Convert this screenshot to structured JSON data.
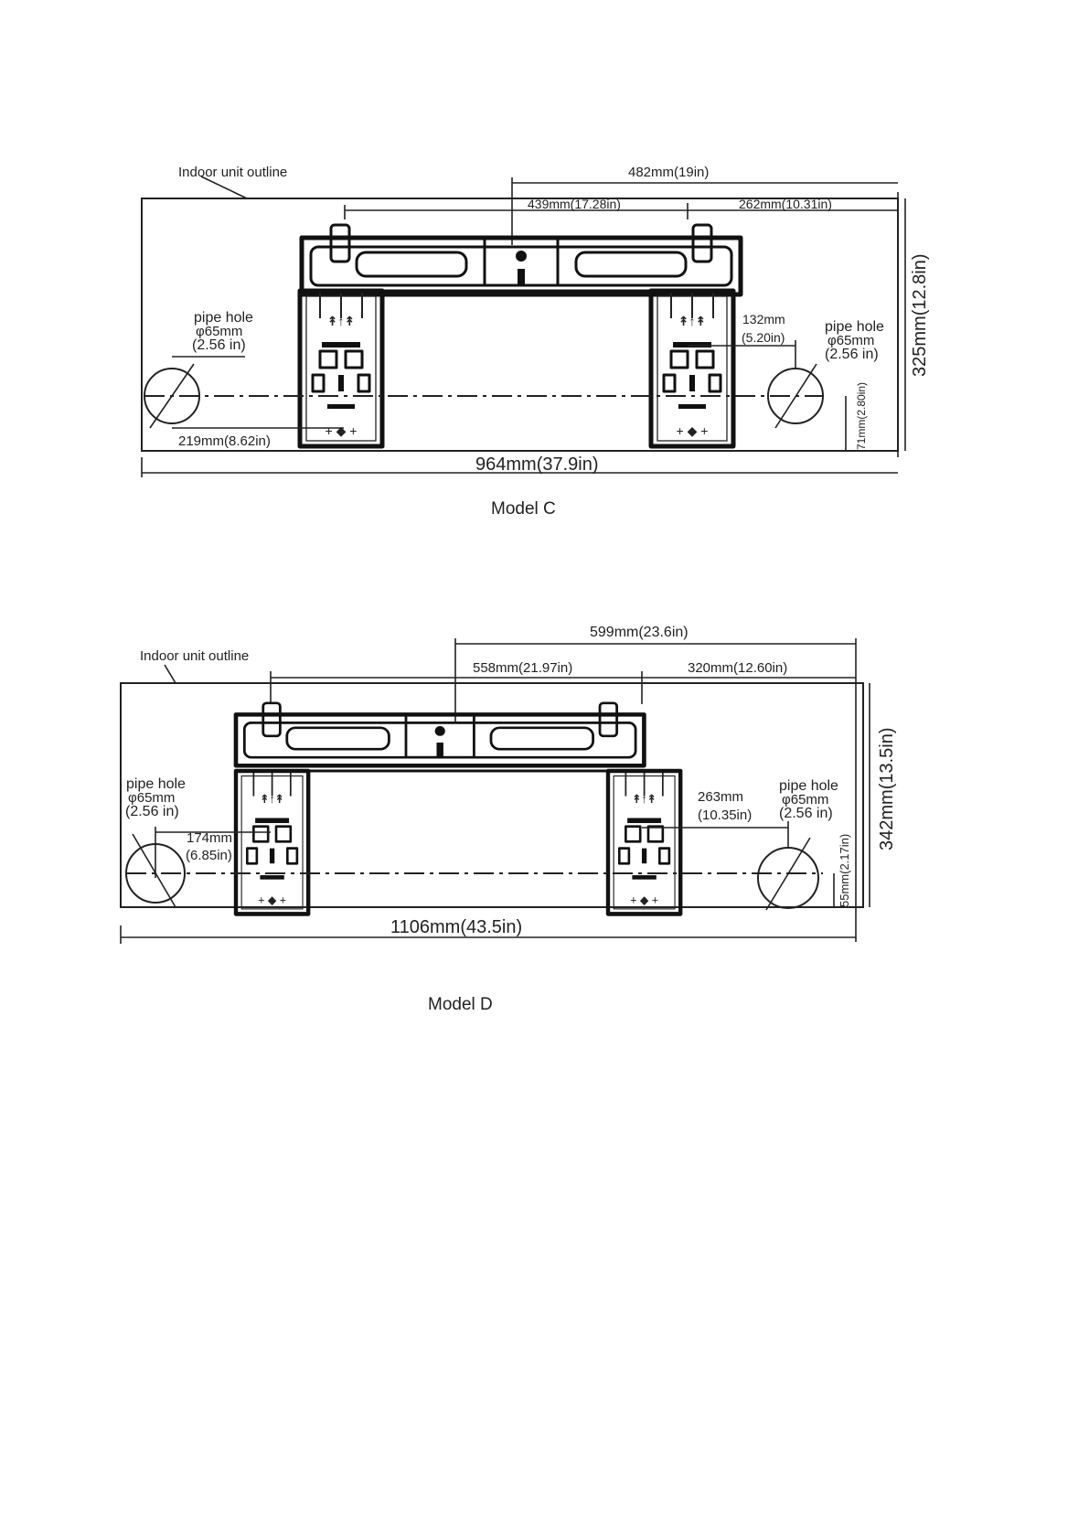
{
  "diagrams": [
    {
      "outline_label": "Indoor unit outline",
      "dim_top_overall": "482mm(19in)",
      "dim_top_left": "439mm(17.28in)",
      "dim_top_right": "262mm(10.31in)",
      "dim_height": "325mm(12.8in)",
      "dim_width": "964mm(37.9in)",
      "left_pipe_label": "pipe hole",
      "left_pipe_dia": "φ65mm",
      "left_pipe_inch": "(2.56 in)",
      "right_pipe_label": "pipe hole",
      "right_pipe_dia": "φ65mm",
      "right_pipe_inch": "(2.56 in)",
      "dim_left_hole": "219mm(8.62in)",
      "dim_right_hole_mm": "132mm",
      "dim_right_hole_in": "(5.20in)",
      "dim_hole_height": "71mm(2.80in)",
      "model_label": "Model  C"
    },
    {
      "outline_label": "Indoor unit outline",
      "dim_top_overall": "599mm(23.6in)",
      "dim_top_left": "558mm(21.97in)",
      "dim_top_right": "320mm(12.60in)",
      "dim_height": "342mm(13.5in)",
      "dim_width": "1106mm(43.5in)",
      "left_pipe_label": "pipe hole",
      "left_pipe_dia": "φ65mm",
      "left_pipe_inch": "(2.56 in)",
      "right_pipe_label": "pipe hole",
      "right_pipe_dia": "φ65mm",
      "right_pipe_inch": "(2.56 in)",
      "dim_left_hole_mm": "174mm",
      "dim_left_hole_in": "(6.85in)",
      "dim_right_hole_mm": "263mm",
      "dim_right_hole_in": "(10.35in)",
      "dim_hole_height": "55mm(2.17in)",
      "model_label": "Model D"
    }
  ]
}
